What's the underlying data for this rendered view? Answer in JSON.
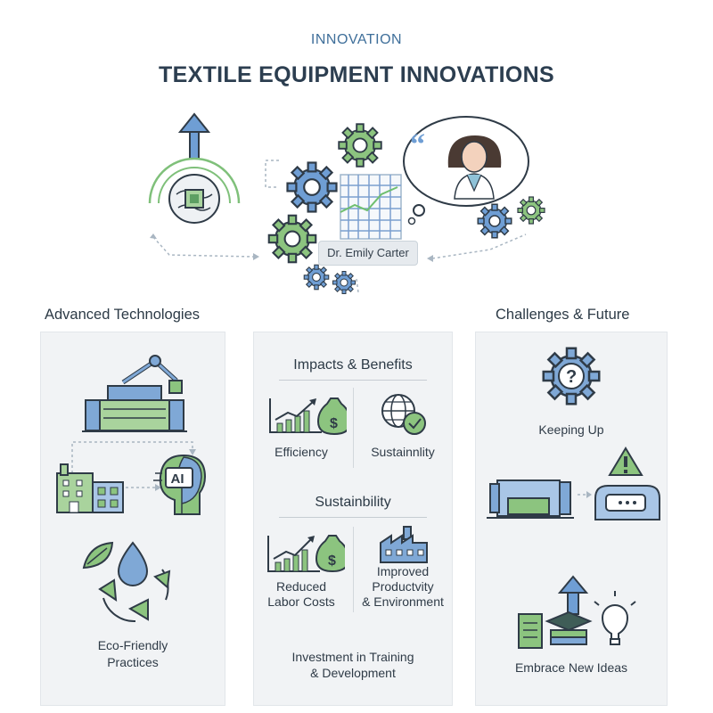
{
  "header": {
    "kicker": "INNOVATION",
    "title": "TEXTILE EQUIPMENT INNOVATIONS"
  },
  "hero": {
    "person_name": "Dr. Emily Carter",
    "quote_icon": "quote-icon"
  },
  "left_column": {
    "heading": "Advanced Technologies",
    "ai_label": "AI",
    "eco_label_line1": "Eco-Friendly",
    "eco_label_line2": "Practices"
  },
  "middle_column": {
    "section1_title": "Impacts & Benefits",
    "efficiency_label": "Efficiency",
    "sustainability_label": "Sustainnlity",
    "section2_title": "Sustainbility",
    "reduced_line1": "Reduced",
    "reduced_line2": "Labor Costs",
    "improved_line1": "Improved",
    "improved_line2": "Productvity",
    "improved_line3": "& Environment",
    "investment_line1": "Investment in Training",
    "investment_line2": "& Development"
  },
  "right_column": {
    "heading": "Challenges & Future",
    "keeping_up_label": "Keeping Up",
    "new_ideas_label": "Embrace New Ideas"
  },
  "colors": {
    "green": "#7fb57a",
    "blue": "#5b8ac4",
    "dark": "#2f3b47",
    "panel": "#f1f3f5"
  }
}
